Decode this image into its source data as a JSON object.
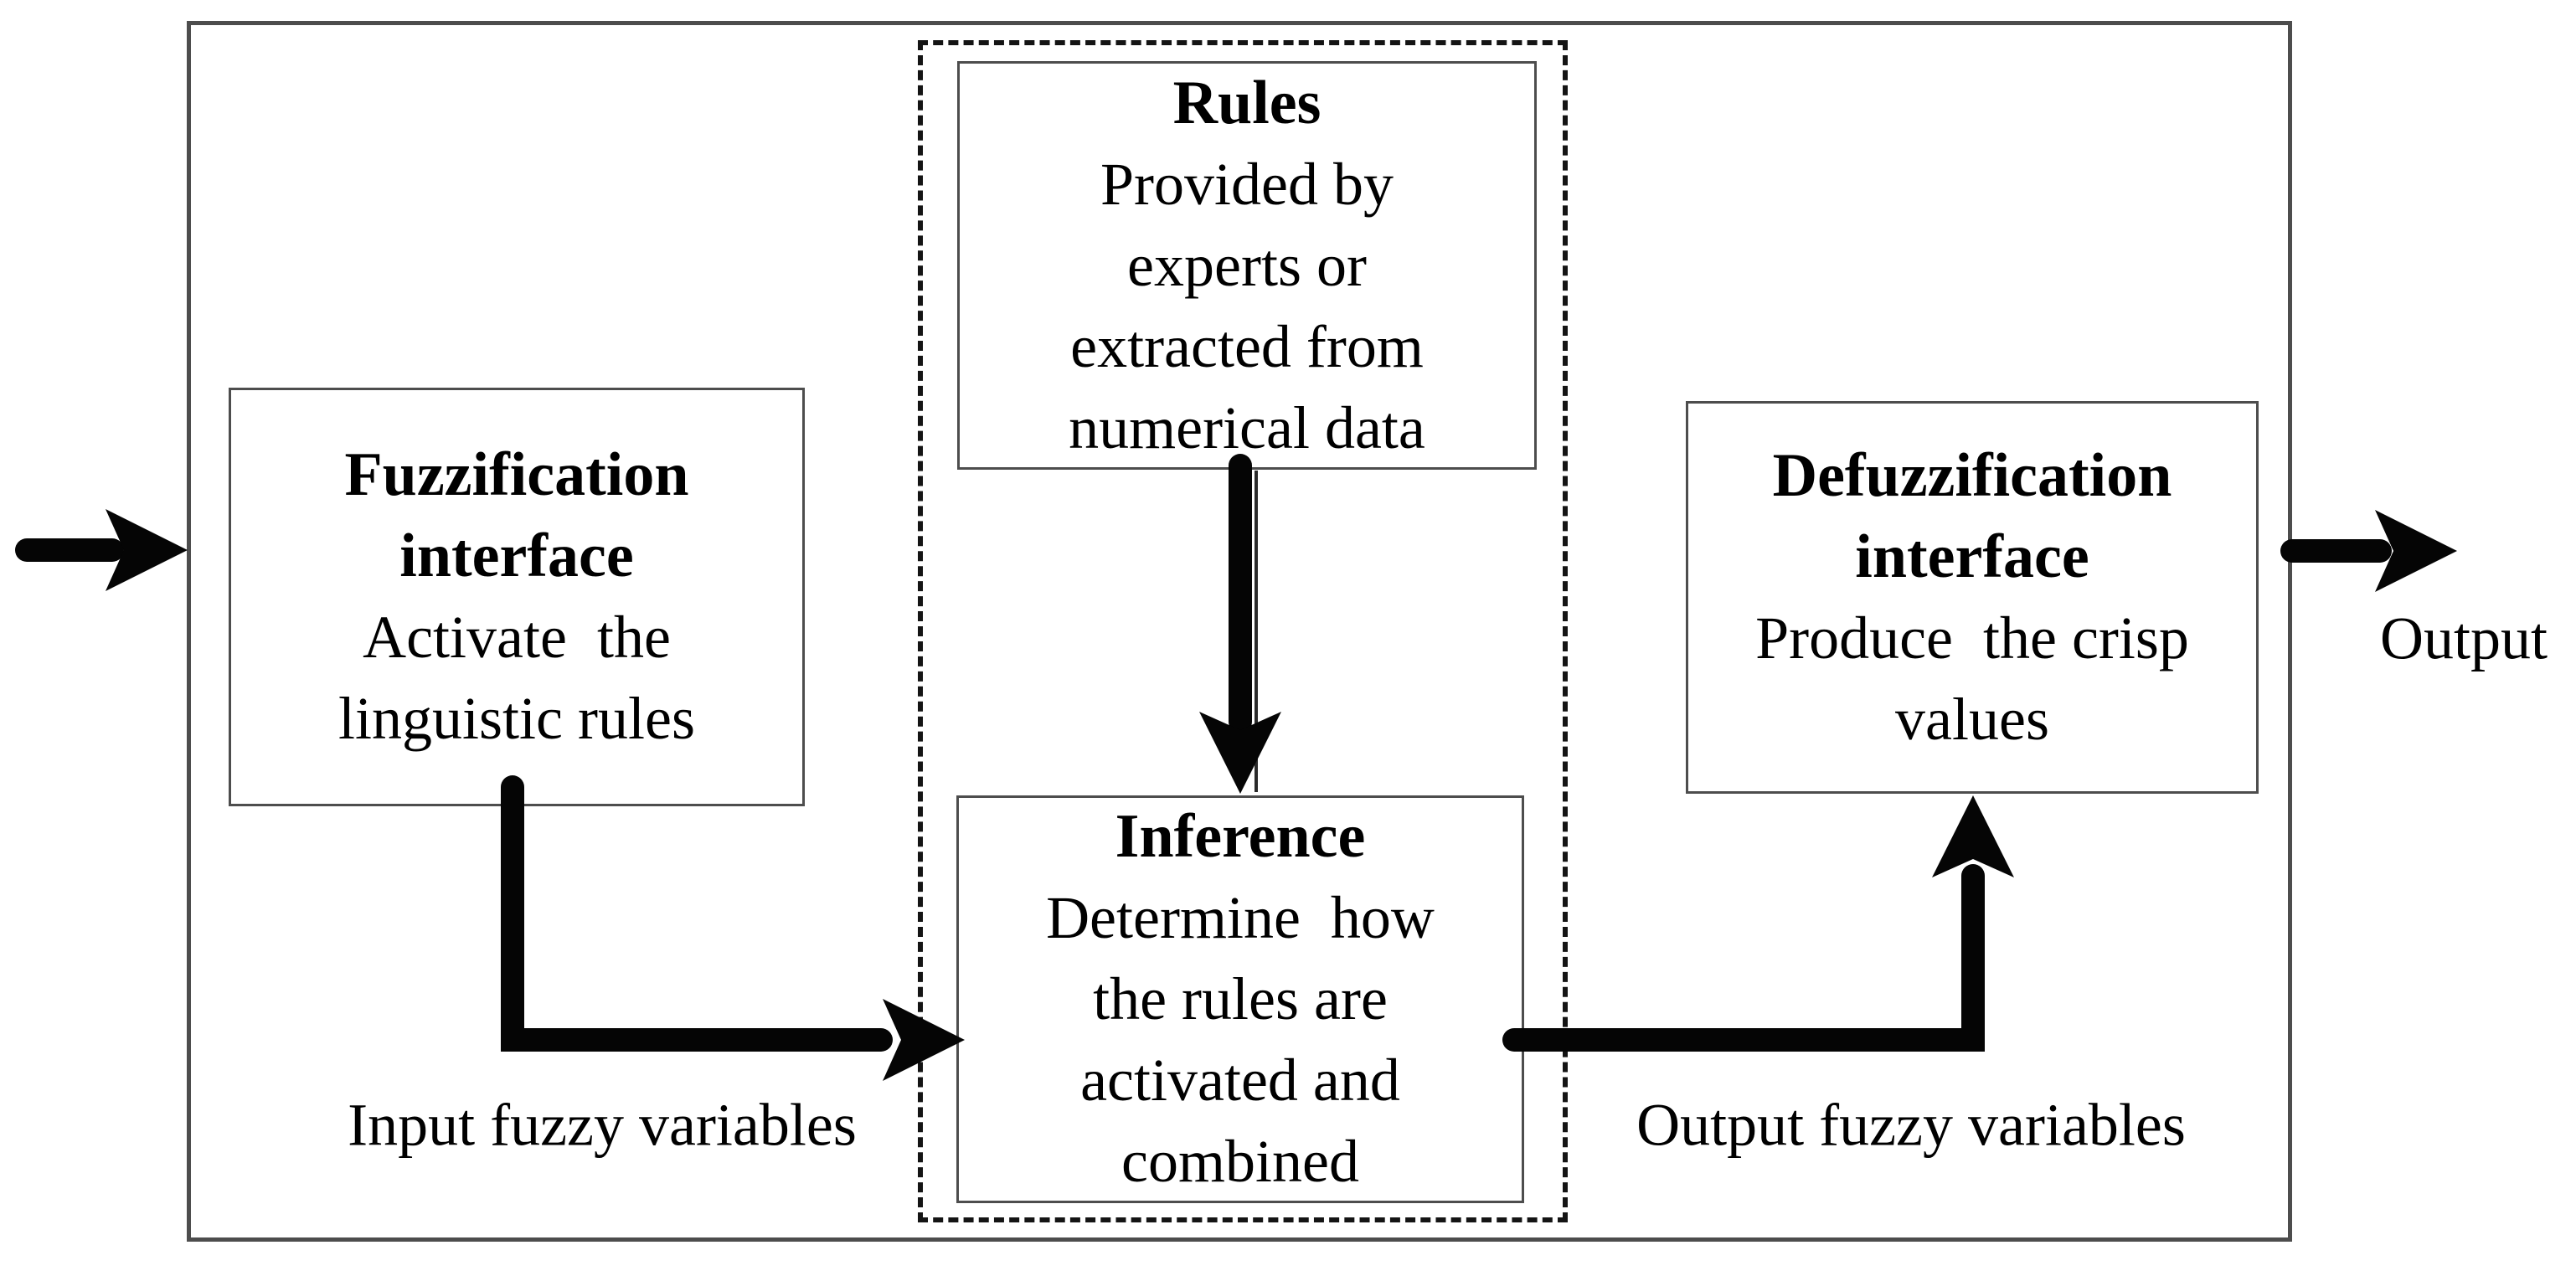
{
  "boxes": {
    "fuzzification": {
      "title_lines": [
        "Fuzzification",
        "interface"
      ],
      "body_lines": [
        "Activate  the",
        "linguistic rules"
      ]
    },
    "rules": {
      "title_lines": [
        "Rules"
      ],
      "body_lines": [
        "Provided by",
        "experts or",
        "extracted from",
        "numerical data"
      ]
    },
    "inference": {
      "title_lines": [
        "Inference"
      ],
      "body_lines": [
        "Determine  how",
        "the rules are",
        "activated and",
        "combined"
      ]
    },
    "defuzzification": {
      "title_lines": [
        "Defuzzification",
        "interface"
      ],
      "body_lines": [
        "Produce  the crisp",
        "values"
      ]
    }
  },
  "labels": {
    "input_fuzzy": "Input fuzzy variables",
    "output_fuzzy": "Output fuzzy variables",
    "output": "Output"
  },
  "arrows": [
    "input-arrow",
    "rules-to-inference-arrow",
    "fuzzification-to-inference-arrow",
    "inference-to-defuzzification-arrow",
    "output-arrow"
  ],
  "colors": {
    "arrow": "#050505",
    "solid_border": "#4d4d4d",
    "dashed_border": "#141414",
    "text": "#000000",
    "background": "#ffffff"
  }
}
